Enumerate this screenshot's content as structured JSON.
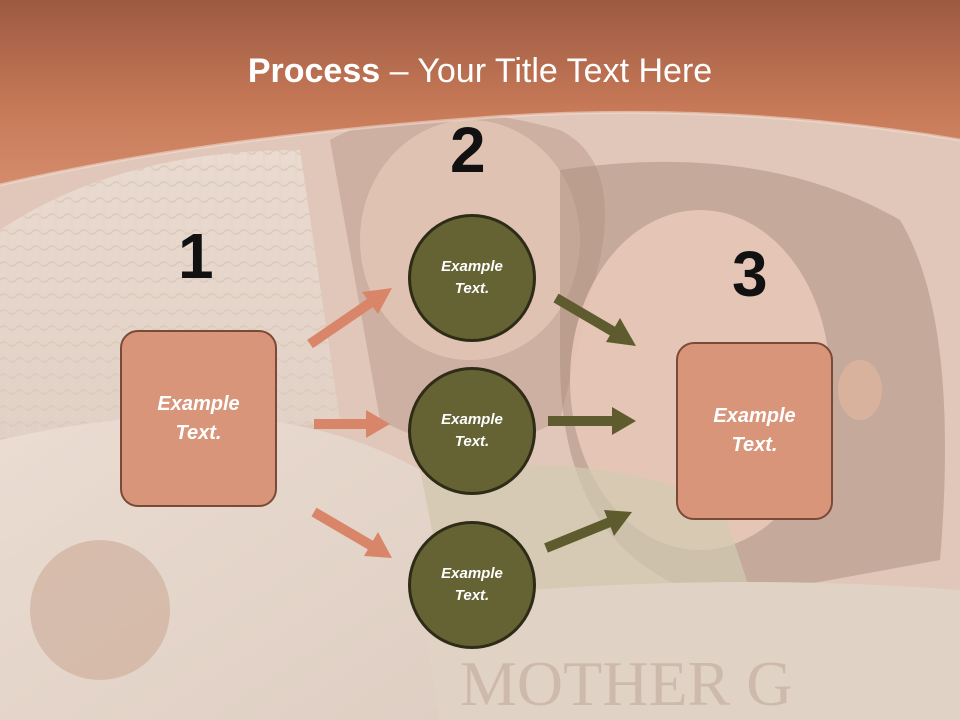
{
  "title": {
    "bold": "Process",
    "separator": " – ",
    "rest": "Your Title Text Here"
  },
  "steps": {
    "one": "1",
    "two": "2",
    "three": "3"
  },
  "left_box": {
    "line1": "Example",
    "line2": "Text."
  },
  "right_box": {
    "line1": "Example",
    "line2": "Text."
  },
  "circles": [
    {
      "line1": "Example",
      "line2": "Text."
    },
    {
      "line1": "Example",
      "line2": "Text."
    },
    {
      "line1": "Example",
      "line2": "Text."
    }
  ],
  "photo_caption_fragment": "MOTHER G",
  "colors": {
    "header": "#c87a58",
    "box_fill": "#d9957a",
    "circle_fill": "#656234",
    "arrow_left": "#d9856a",
    "arrow_right": "#5e5c2e"
  }
}
